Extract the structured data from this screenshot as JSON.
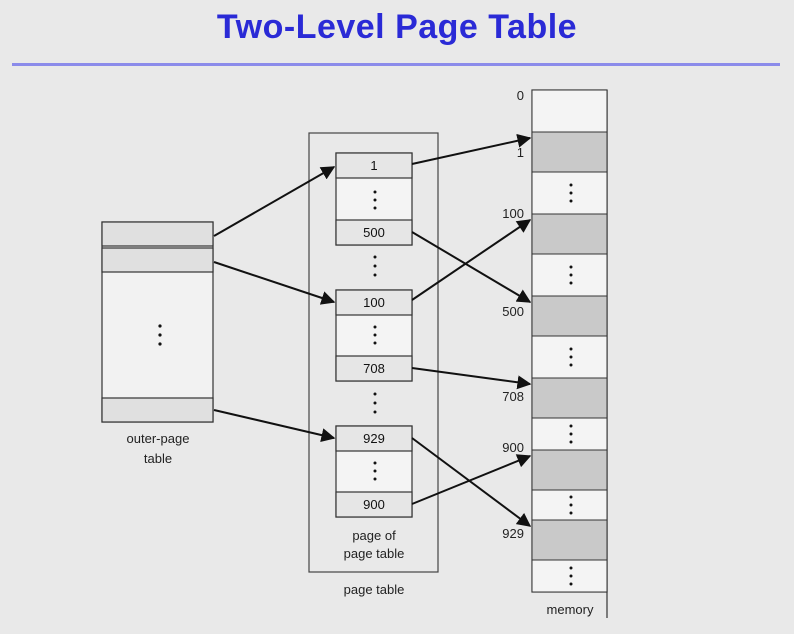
{
  "title": "Two-Level Page Table",
  "labels": {
    "outer_page_table_line1": "outer-page",
    "outer_page_table_line2": "table",
    "page_of_page_table_line1": "page of",
    "page_of_page_table_line2": "page table",
    "page_table": "page table",
    "memory": "memory"
  },
  "page_table_entries": [
    "1",
    "500",
    "100",
    "708",
    "929",
    "900"
  ],
  "memory_addresses": [
    "0",
    "1",
    "100",
    "500",
    "708",
    "900",
    "929"
  ],
  "colors": {
    "title": "#2a2ad6",
    "rule": "#8b8bea",
    "shaded_frame": "#c9c9c9",
    "entry_fill": "#e6e6e6"
  }
}
